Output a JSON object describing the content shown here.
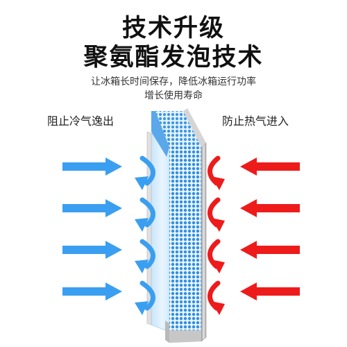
{
  "title_line1": "技术升级",
  "title_line2": "聚氨酯发泡技术",
  "subtitle_line1": "让冰箱长时间保存，降低冰箱运行功率",
  "subtitle_line2": "增长使用寿命",
  "left_label": "阻止冷气逸出",
  "right_label": "防止热气进入",
  "colors": {
    "cold_arrow": "#3a9ff0",
    "hot_arrow": "#ee1b1b",
    "dot": "#2e8fe0",
    "panel_edge": "#b8b8b8"
  },
  "icons": [
    "cold-arrow-icon",
    "hot-arrow-icon",
    "curved-cold-arrow-icon",
    "curved-hot-arrow-icon"
  ]
}
